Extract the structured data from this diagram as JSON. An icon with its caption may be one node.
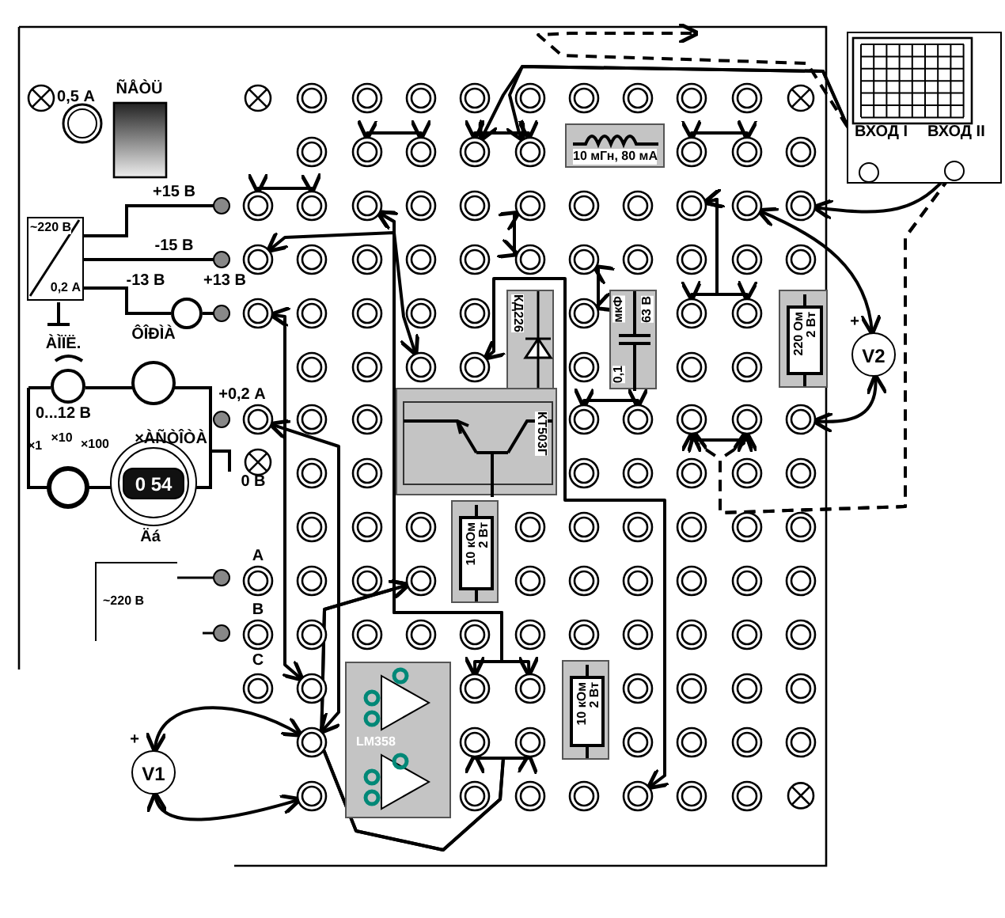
{
  "diagram": {
    "nodes": [
      {
        "text": [
          "~220 В",
          "0,2 А"
        ]
      },
      {
        "text": [
          "10 мГн, 80 мА"
        ]
      },
      {
        "text": [
          "КД226"
        ]
      },
      {
        "text": [
          "мкФ",
          "63 В",
          "0,1"
        ]
      },
      {
        "text": [
          "КТ503Г"
        ]
      },
      {
        "text": [
          "10 кОм",
          "2 Вт"
        ]
      },
      {
        "text": [
          "220 Ом",
          "2 Вт"
        ]
      },
      {
        "text": [
          "10 кОм",
          "2 Вт"
        ]
      },
      {
        "text": [
          "LM358"
        ]
      },
      {
        "text": [
          "V1"
        ],
        "beside": [
          "+"
        ]
      },
      {
        "text": [
          "V2"
        ],
        "beside": [
          "+"
        ]
      },
      {
        "text": [
          "ВХОД I",
          "ВХОД II"
        ]
      },
      {
        "text": [
          "~220 В"
        ]
      },
      {
        "text": [],
        "shape": "circle"
      },
      {
        "text": [],
        "shape": "circle"
      },
      {
        "text": [],
        "shape": "circle"
      },
      {
        "text": [],
        "shape": "circle"
      },
      {
        "text": [],
        "shape": "circle"
      },
      {
        "text": [],
        "shape": "circle"
      },
      {
        "text": [],
        "shape": "circle"
      },
      {
        "text": [],
        "shape": "circle"
      },
      {
        "text": [],
        "shape": "circle"
      },
      {
        "text": [],
        "shape": "circle"
      },
      {
        "text": [],
        "shape": "circle"
      },
      {
        "text": [],
        "shape": "circle"
      },
      {
        "text": [],
        "shape": "circle"
      },
      {
        "text": [],
        "shape": "circle"
      },
      {
        "text": [],
        "shape": "circle"
      },
      {
        "text": [],
        "shape": "circle"
      },
      {
        "text": [],
        "shape": "circle"
      },
      {
        "text": [],
        "shape": "circle"
      },
      {
        "text": [],
        "shape": "circle"
      },
      {
        "text": [],
        "shape": "circle"
      },
      {
        "text": [],
        "shape": "circle"
      },
      {
        "text": [],
        "shape": "circle"
      },
      {
        "text": [],
        "shape": "circle"
      },
      {
        "text": [],
        "shape": "circle"
      },
      {
        "text": [],
        "shape": "circle"
      },
      {
        "text": [],
        "shape": "circle"
      },
      {
        "text": [],
        "shape": "circle"
      },
      {
        "text": [],
        "shape": "circle"
      },
      {
        "text": [],
        "shape": "circle"
      },
      {
        "text": [],
        "shape": "circle"
      },
      {
        "text": [],
        "shape": "circle"
      },
      {
        "text": [],
        "shape": "circle"
      },
      {
        "text": [],
        "shape": "circle"
      },
      {
        "text": [],
        "shape": "circle"
      },
      {
        "text": [],
        "shape": "circle"
      },
      {
        "text": [],
        "shape": "circle"
      },
      {
        "text": [],
        "shape": "circle"
      },
      {
        "text": [],
        "shape": "circle"
      },
      {
        "text": [],
        "shape": "circle"
      },
      {
        "text": [],
        "shape": "circle"
      },
      {
        "text": [],
        "shape": "circle"
      },
      {
        "text": [],
        "shape": "circle"
      },
      {
        "text": [],
        "shape": "circle"
      },
      {
        "text": [],
        "shape": "circle"
      },
      {
        "text": [],
        "shape": "circle"
      },
      {
        "text": [],
        "shape": "circle"
      },
      {
        "text": [],
        "shape": "circle"
      },
      {
        "text": [],
        "shape": "circle"
      },
      {
        "text": [],
        "shape": "circle"
      },
      {
        "text": [],
        "shape": "circle"
      },
      {
        "text": [],
        "shape": "circle"
      },
      {
        "text": [],
        "shape": "circle"
      },
      {
        "text": [],
        "shape": "circle"
      },
      {
        "text": [],
        "shape": "circle"
      },
      {
        "text": [],
        "shape": "circle"
      },
      {
        "text": [],
        "shape": "circle"
      },
      {
        "text": [],
        "shape": "circle"
      },
      {
        "text": [],
        "shape": "circle"
      },
      {
        "text": [],
        "shape": "circle"
      },
      {
        "text": [],
        "shape": "circle"
      },
      {
        "text": [],
        "shape": "circle"
      },
      {
        "text": [],
        "shape": "circle"
      },
      {
        "text": [],
        "shape": "circle"
      },
      {
        "text": [],
        "shape": "circle"
      },
      {
        "text": [],
        "shape": "circle"
      },
      {
        "text": [],
        "shape": "circle"
      },
      {
        "text": [],
        "shape": "circle"
      },
      {
        "text": [],
        "shape": "circle"
      },
      {
        "text": [],
        "shape": "circle"
      },
      {
        "text": [],
        "shape": "circle"
      },
      {
        "text": [],
        "shape": "circle"
      },
      {
        "text": [],
        "shape": "circle"
      },
      {
        "text": [],
        "shape": "circle"
      },
      {
        "text": [],
        "shape": "circle"
      },
      {
        "text": [],
        "shape": "circle"
      },
      {
        "text": [],
        "shape": "circle"
      },
      {
        "text": [],
        "shape": "circle"
      },
      {
        "text": [],
        "shape": "circle"
      },
      {
        "text": [],
        "shape": "circle"
      },
      {
        "text": [],
        "shape": "circle"
      },
      {
        "text": [],
        "shape": "circle"
      },
      {
        "text": [],
        "shape": "circle"
      },
      {
        "text": [],
        "shape": "circle"
      },
      {
        "text": [],
        "shape": "circle"
      },
      {
        "text": [],
        "shape": "circle"
      },
      {
        "text": [],
        "shape": "circle"
      },
      {
        "text": [],
        "shape": "circle"
      },
      {
        "text": [],
        "shape": "circle"
      },
      {
        "text": [],
        "shape": "circle"
      },
      {
        "text": [],
        "shape": "circle"
      },
      {
        "text": [],
        "shape": "circle"
      },
      {
        "text": [],
        "shape": "circle"
      },
      {
        "text": [],
        "shape": "circle"
      },
      {
        "text": [],
        "shape": "circle"
      },
      {
        "text": [],
        "shape": "circle"
      },
      {
        "text": [],
        "shape": "circle"
      },
      {
        "text": [],
        "shape": "circle"
      },
      {
        "text": [],
        "shape": "circle"
      },
      {
        "text": [],
        "shape": "circle"
      },
      {
        "text": [],
        "shape": "circle"
      },
      {
        "text": [],
        "shape": "circle"
      },
      {
        "text": [],
        "shape": "circle"
      },
      {
        "text": [],
        "shape": "circle"
      },
      {
        "text": [],
        "shape": "circle"
      },
      {
        "text": [],
        "shape": "circle"
      },
      {
        "text": [],
        "shape": "circle"
      },
      {
        "text": [],
        "shape": "circle"
      },
      {
        "text": [],
        "shape": "circle"
      },
      {
        "text": [],
        "shape": "circle"
      },
      {
        "text": [],
        "shape": "circle"
      },
      {
        "text": [],
        "shape": "circle"
      },
      {
        "text": [],
        "shape": "circle"
      },
      {
        "text": [],
        "shape": "circle"
      },
      {
        "text": [],
        "shape": "circle"
      },
      {
        "text": [],
        "shape": "circle"
      },
      {
        "text": [],
        "shape": "circle"
      },
      {
        "text": [],
        "shape": "circle"
      },
      {
        "text": [],
        "shape": "circle"
      },
      {
        "text": [],
        "shape": "circle"
      },
      {
        "text": [],
        "shape": "circle"
      },
      {
        "text": [],
        "shape": "circle"
      }
    ],
    "edges": [
      {
        "from": 11,
        "to": 15,
        "arrow": "to"
      },
      {
        "from": 11,
        "to": 16,
        "arrow": "to"
      },
      {
        "from": 11,
        "to": null,
        "arrow": "to",
        "style": "dashed"
      },
      {
        "from": 11,
        "to": 25,
        "arrow": "to"
      },
      {
        "from": 11,
        "to": 38,
        "arrow": "to",
        "style": "dashed"
      },
      {
        "from": 11,
        "to": 39,
        "arrow": "to",
        "style": "dashed"
      },
      {
        "from": 24,
        "to": 10,
        "arrow": "both"
      },
      {
        "from": 10,
        "to": 40,
        "arrow": "both"
      },
      {
        "from": 45,
        "to": 9,
        "arrow": "both"
      },
      {
        "from": 9,
        "to": 48,
        "arrow": "both"
      },
      {
        "from": 19,
        "to": 20,
        "arrow": "both"
      },
      {
        "from": 13,
        "to": 14,
        "arrow": "both"
      },
      {
        "from": 15,
        "to": 16,
        "arrow": "both"
      },
      {
        "from": 17,
        "to": 18,
        "arrow": "both"
      },
      {
        "from": 22,
        "to": 27,
        "arrow": "both"
      },
      {
        "from": 28,
        "to": 30,
        "arrow": "both"
      },
      {
        "from": 23,
        "to": 31,
        "arrow": "both"
      },
      {
        "from": 23,
        "to": 32,
        "arrow": "both"
      },
      {
        "from": 36,
        "to": 37,
        "arrow": "both"
      },
      {
        "from": 38,
        "to": 39,
        "arrow": "both"
      },
      {
        "from": 26,
        "to": 33,
        "arrow": "both"
      },
      {
        "from": 21,
        "to": 43,
        "arrow": "both"
      },
      {
        "from": 21,
        "to": 44,
        "arrow": "both"
      },
      {
        "from": 29,
        "to": 42,
        "arrow": "both"
      },
      {
        "from": 35,
        "to": 45,
        "arrow": "both"
      },
      {
        "from": 41,
        "to": 46,
        "arrow": "both"
      },
      {
        "from": 41,
        "to": 47,
        "arrow": "both"
      },
      {
        "from": 34,
        "to": 49,
        "arrow": "both"
      }
    ],
    "labels": [
      "0,5 А",
      "ÑÅÒÜ",
      "+15 В",
      "-15 В",
      "-13 В",
      "+13 В",
      "ÔÎÐÌÀ",
      "ÀÌÏË.",
      "+0,2 А",
      "0...12 В",
      "×1",
      "×10",
      "×100",
      "×ÀÑÒÎÒÀ",
      "0 В",
      "0 54",
      "Äá",
      "А",
      "В",
      "С"
    ]
  }
}
